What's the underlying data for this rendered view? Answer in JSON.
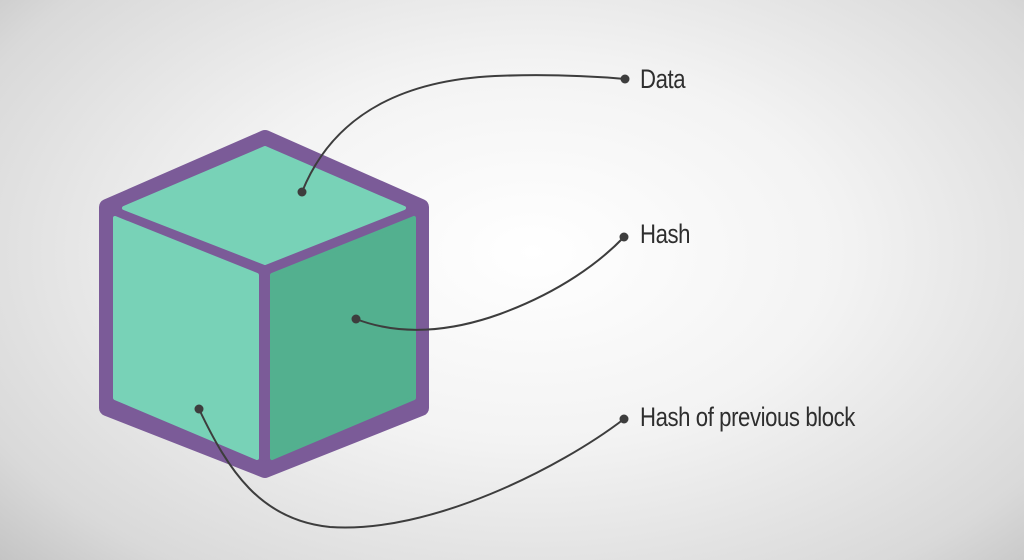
{
  "labels": {
    "data": "Data",
    "hash": "Hash",
    "previous_hash": "Hash of previous block"
  },
  "colors": {
    "cube_outline": "#7b5b98",
    "top_face": "#78d2b7",
    "left_face": "#78d2b7",
    "right_face": "#53b08f",
    "connector": "#3d3d3d",
    "text": "#2e2e2e"
  }
}
